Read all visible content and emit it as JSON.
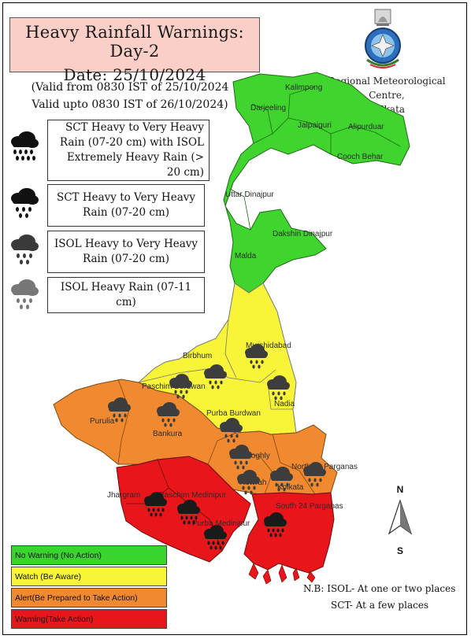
{
  "header": {
    "title": "Heavy Rainfall Warnings: Day-2",
    "date": "Date: 25/10/2024"
  },
  "validity": {
    "from": "(Valid from 0830 IST of 25/10/2024",
    "upto": "Valid upto 0830 IST of 26/10/2024)"
  },
  "agency": {
    "line1": "Regional Meteorological Centre,",
    "line2": "Kolkata"
  },
  "rain_legend": [
    {
      "icon": "heavy-rain-cloud-icon",
      "text": "SCT Heavy to Very Heavy Rain (07-20 cm) with ISOL Extremely Heavy Rain (> 20 cm)"
    },
    {
      "icon": "heavy-rain-cloud-icon",
      "text": "SCT Heavy to Very Heavy Rain (07-20 cm)"
    },
    {
      "icon": "dark-grey-rain-cloud-icon",
      "text": "ISOL Heavy to Very Heavy Rain (07-20 cm)"
    },
    {
      "icon": "grey-rain-cloud-icon",
      "text": "ISOL Heavy Rain (07-11 cm)"
    }
  ],
  "districts": [
    {
      "name": "Kalimpong",
      "category": "No Warning"
    },
    {
      "name": "Darjeeling",
      "category": "No Warning"
    },
    {
      "name": "Jalpaiguri",
      "category": "No Warning"
    },
    {
      "name": "Alipurduar",
      "category": "No Warning"
    },
    {
      "name": "Cooch Behar",
      "category": "No Warning"
    },
    {
      "name": "Uttar Dinajpur",
      "category": "No Warning"
    },
    {
      "name": "Dakshin Dinajpur",
      "category": "No Warning"
    },
    {
      "name": "Malda",
      "category": "No Warning"
    },
    {
      "name": "Murshidabad",
      "category": "Watch"
    },
    {
      "name": "Birbhum",
      "category": "Watch"
    },
    {
      "name": "Paschim Burdwan",
      "category": "Watch"
    },
    {
      "name": "Nadia",
      "category": "Watch"
    },
    {
      "name": "Purba Burdwan",
      "category": "Watch"
    },
    {
      "name": "Purulia",
      "category": "Alert"
    },
    {
      "name": "Bankura",
      "category": "Alert"
    },
    {
      "name": "Hooghly",
      "category": "Alert"
    },
    {
      "name": "Howrah",
      "category": "Alert"
    },
    {
      "name": "Kolkata",
      "category": "Alert"
    },
    {
      "name": "North 24 Parganas",
      "category": "Alert"
    },
    {
      "name": "Jhargram",
      "category": "Warning"
    },
    {
      "name": "Paschim Medinipur",
      "category": "Warning"
    },
    {
      "name": "Purba Medinipur",
      "category": "Warning"
    },
    {
      "name": "South 24 Parganas",
      "category": "Warning"
    }
  ],
  "map_labels": {
    "kalimpong": "Kalimpong",
    "darjeeling": "Darjeeling",
    "jalpaiguri": "Jalpaiguri",
    "alipurduar": "Alipurduar",
    "cooch_behar": "Cooch Behar",
    "uttar_dinajpur": "Uttar Dinajpur",
    "dakshin_dinajpur": "Dakshin Dinajpur",
    "malda": "Malda",
    "murshidabad": "Murshidabad",
    "birbhum": "Birbhum",
    "paschim_burdwan": "Paschim Burdwan",
    "nadia": "Nadia",
    "purba_burdwan": "Purba Burdwan",
    "purulia": "Purulia",
    "bankura": "Bankura",
    "hooghly": "Hooghly",
    "howrah": "Howrah",
    "kolkata": "Kolkata",
    "north_24_parganas": "North 24 Parganas",
    "jhargram": "Jhargram",
    "paschim_medinipur": "Paschim Medinipur",
    "purba_medinipur": "Purba Medinipur",
    "south_24_parganas": "South 24 Parganas"
  },
  "warning_categories": [
    {
      "label": "No Warning (No Action)",
      "color": "#39d42d"
    },
    {
      "label": "Watch (Be Aware)",
      "color": "#f8f437"
    },
    {
      "label": "Alert(Be Prepared to Take Action)",
      "color": "#f0892f"
    },
    {
      "label": "Warning(Take Action)",
      "color": "#e8161a"
    }
  ],
  "notes": {
    "isol": "N.B: ISOL- At one or two places",
    "sct": "SCT- At a few places"
  },
  "compass": {
    "north": "N",
    "south": "S"
  }
}
